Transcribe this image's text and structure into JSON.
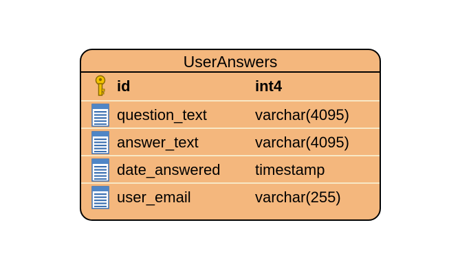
{
  "table": {
    "title": "UserAnswers",
    "fill_color": "#f4b77d",
    "columns": [
      {
        "name": "id",
        "type": "int4",
        "primary_key": true,
        "icon": "key-icon"
      },
      {
        "name": "question_text",
        "type": "varchar(4095)",
        "primary_key": false,
        "icon": "column-icon"
      },
      {
        "name": "answer_text",
        "type": "varchar(4095)",
        "primary_key": false,
        "icon": "column-icon"
      },
      {
        "name": "date_answered",
        "type": "timestamp",
        "primary_key": false,
        "icon": "column-icon"
      },
      {
        "name": "user_email",
        "type": "varchar(255)",
        "primary_key": false,
        "icon": "column-icon"
      }
    ]
  }
}
